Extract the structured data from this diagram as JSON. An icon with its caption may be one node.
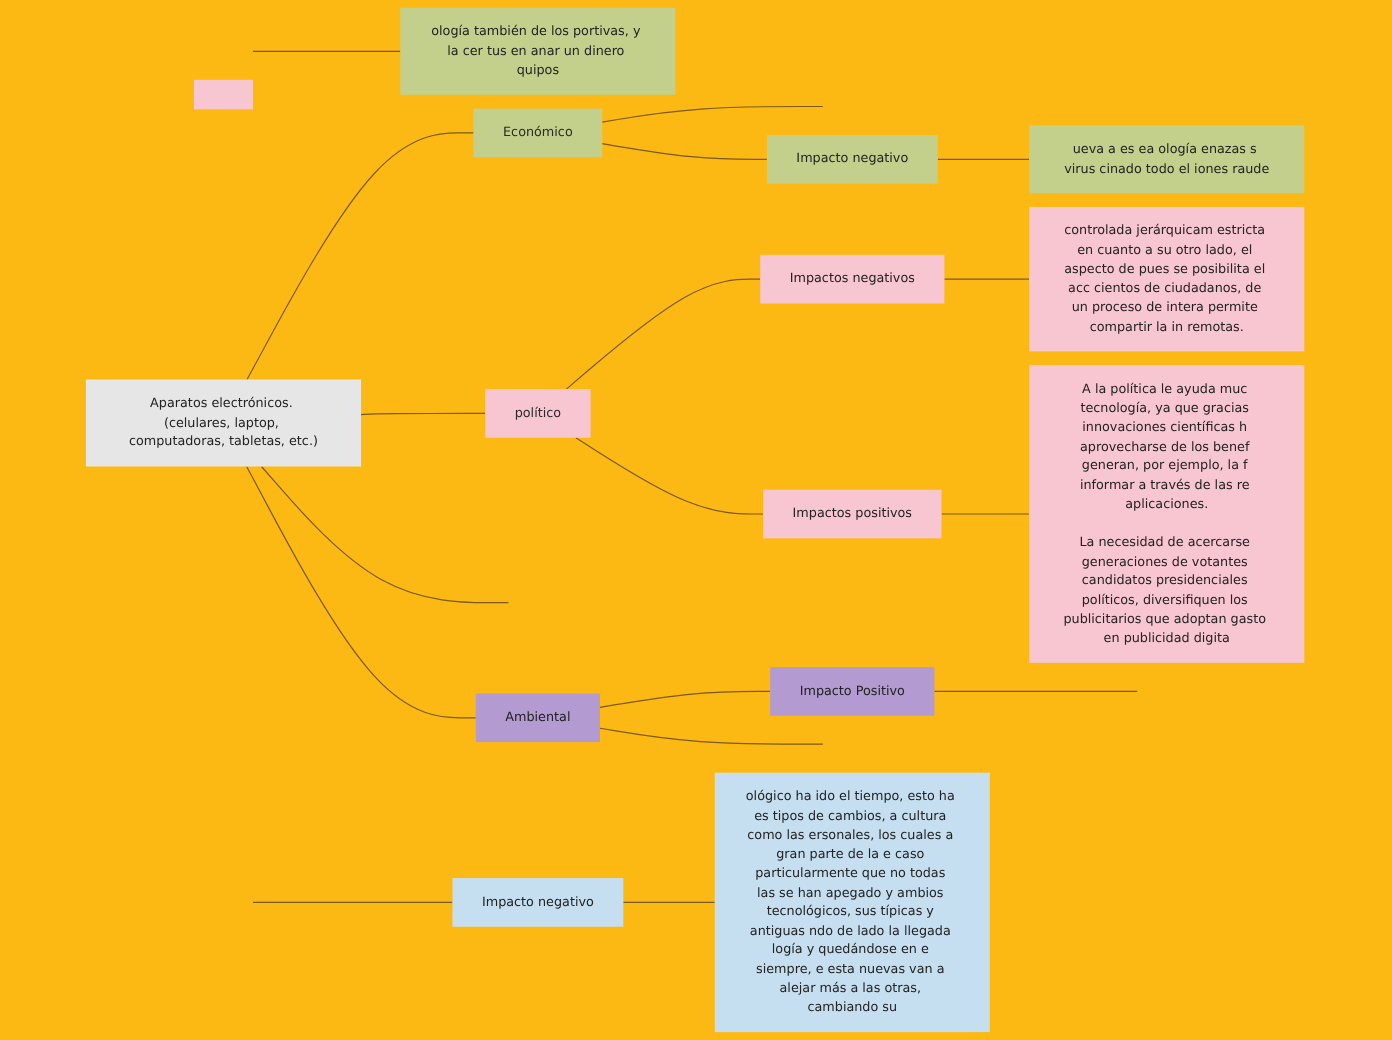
{
  "diagram": {
    "nodes": [
      {
        "text": [
          "Aparatos electrónicos. (celulares, laptop, computadoras, tabletas, etc.)"
        ]
      },
      {
        "text": [
          "Económico"
        ]
      },
      {
        "text": [
          "ología también de los portivas, y la cer tus en anar un dinero quipos"
        ]
      },
      {
        "text": [
          "Impacto negativo"
        ]
      },
      {
        "text": [
          "ueva a es ea ología enazas s virus cinado todo el iones raude"
        ]
      },
      {
        "text": [
          "político"
        ]
      },
      {
        "text": [
          "Impactos negativos"
        ]
      },
      {
        "text": [],
        "shape": "box"
      },
      {
        "text": [
          "controlada jerárquicam estricta en cuanto a su otro lado, el aspecto de pues se posibilita el acc cientos de ciudadanos, de un proceso de intera permite compartir la in remotas."
        ]
      },
      {
        "text": [
          "Impactos positivos"
        ]
      },
      {
        "text": [
          "A la política le ayuda muc tecnología, ya que gracias innovaciones científicas h aprovecharse de los benef generan, por ejemplo, la f informar a través de las re aplicaciones.",
          "La necesidad de acercarse generaciones de votantes candidatos presidenciales políticos, diversifiquen los publicitarios que adoptan gasto en publicidad digita"
        ]
      },
      {
        "text": [
          "ológico ha ido el tiempo, esto ha es tipos de cambios, a cultura como las ersonales, los cuales a gran parte de la e caso particularmente que no todas las se han apegado y ambios tecnológicos, sus típicas y antiguas ndo de lado la llegada logía y quedándose en e siempre, e esta nuevas van a alejar más a las otras, cambiando su"
        ]
      },
      {
        "text": [
          "Impacto negativo"
        ]
      },
      {
        "text": [
          "Ambiental"
        ]
      },
      {
        "text": [
          "Impacto Positivo"
        ]
      }
    ],
    "edges": [
      {
        "from": 0,
        "to": 1,
        "arrow": "none"
      },
      {
        "from": 1,
        "to": null,
        "arrow": "none"
      },
      {
        "from": null,
        "to": 2,
        "arrow": "none"
      },
      {
        "from": 1,
        "to": 3,
        "arrow": "none"
      },
      {
        "from": 3,
        "to": 4,
        "arrow": "none"
      },
      {
        "from": 0,
        "to": 5,
        "arrow": "none"
      },
      {
        "from": 5,
        "to": 6,
        "arrow": "none"
      },
      {
        "from": 6,
        "to": 8,
        "arrow": "none"
      },
      {
        "from": 5,
        "to": 9,
        "arrow": "none"
      },
      {
        "from": 9,
        "to": 10,
        "arrow": "none"
      },
      {
        "from": 0,
        "to": null,
        "arrow": "none"
      },
      {
        "from": null,
        "to": 12,
        "arrow": "none"
      },
      {
        "from": 12,
        "to": 11,
        "arrow": "none"
      },
      {
        "from": 0,
        "to": 13,
        "arrow": "none"
      },
      {
        "from": 13,
        "to": 14,
        "arrow": "none"
      },
      {
        "from": 13,
        "to": null,
        "arrow": "none"
      },
      {
        "from": 14,
        "to": null,
        "arrow": "none"
      }
    ]
  }
}
